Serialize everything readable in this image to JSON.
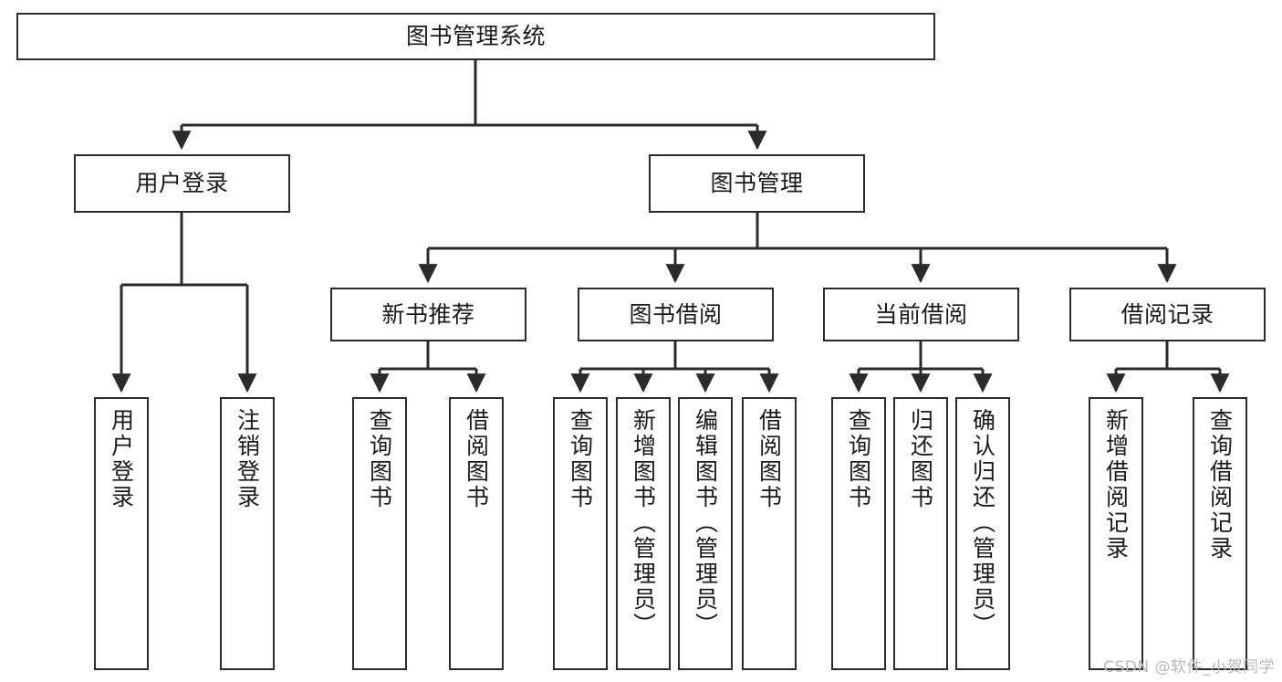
{
  "diagram": {
    "title": "图书管理系统",
    "watermark": "CSDN @软件_小贺同学",
    "colors": {
      "stroke": "#2b2b2b",
      "fill": "#ffffff",
      "text": "#1a1a1a",
      "watermark": "#b9b9b9"
    },
    "nodes": {
      "root": {
        "label": "图书管理系统"
      },
      "level2": [
        {
          "label": "用户登录"
        },
        {
          "label": "图书管理"
        }
      ],
      "level3": [
        {
          "label": "新书推荐"
        },
        {
          "label": "图书借阅"
        },
        {
          "label": "当前借阅"
        },
        {
          "label": "借阅记录"
        }
      ],
      "leaves": [
        {
          "label": "用户登录"
        },
        {
          "label": "注销登录"
        },
        {
          "label": "查询图书"
        },
        {
          "label": "借阅图书"
        },
        {
          "label": "查询图书"
        },
        {
          "label": "新增图书（管理员）"
        },
        {
          "label": "编辑图书（管理员）"
        },
        {
          "label": "借阅图书"
        },
        {
          "label": "查询图书"
        },
        {
          "label": "归还图书"
        },
        {
          "label": "确认归还（管理员）"
        },
        {
          "label": "新增借阅记录"
        },
        {
          "label": "查询借阅记录"
        }
      ]
    }
  }
}
